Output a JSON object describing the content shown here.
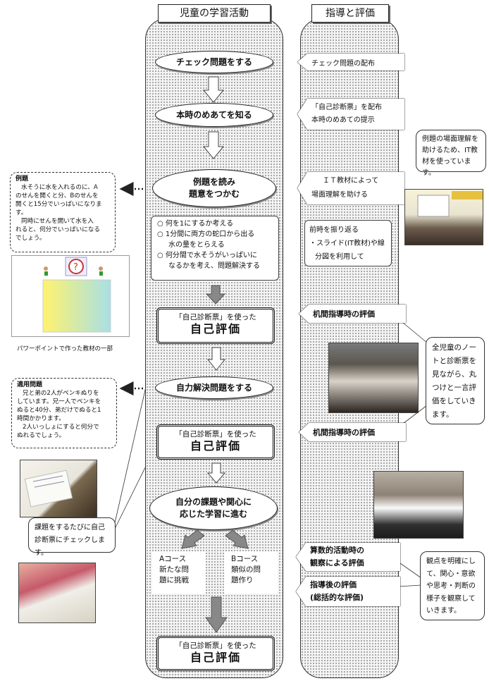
{
  "headers": {
    "student": "児童の学習活動",
    "teacher": "指導と評価"
  },
  "flow": {
    "step1": "チェック問題をする",
    "step2": "本時のめあてを知る",
    "step3_line1": "例題を読み",
    "step3_line2": "題意をつかむ",
    "points": [
      "○ 何を1にするか考える",
      "○ 1分間に両方の蛇口から出る",
      "水の量をとらえる",
      "○ 何分間で水そうがいっぱいに",
      "なるかを考え、問題解決する"
    ],
    "selfeval_line1": "「自己診断票」を使った",
    "selfeval_line2": "自己評価",
    "step5": "自力解決問題をする",
    "step7_line1": "自分の課題や関心に",
    "step7_line2": "応じた学習に進む",
    "courseA": [
      "Aコース",
      "新たな問",
      "題に挑戦"
    ],
    "courseB": [
      "Bコース",
      "類似の問",
      "題作り"
    ]
  },
  "teacher": {
    "t1": "チェック問題の配布",
    "t2_line1": "「自己診断票」を配布",
    "t2_line2": "本時のめあての提示",
    "t3_line1": "ＩＴ教材によって",
    "t3_line2": "場面理解を助ける",
    "t4": [
      "前時を振り返る",
      "・スライド(IT教材)や線",
      "分図を利用して"
    ],
    "t5": "机間指導時の評価",
    "t6": "机間指導時の評価",
    "t7_line1": "算数的活動時の",
    "t7_line2": "観察による評価",
    "t8_line1": "指導後の評価",
    "t8_line2": "(総括的な評価)"
  },
  "left": {
    "example_title": "例題",
    "example_lines": [
      "水そうに水を入れるのに、A",
      "のせんを開くと分、Bのせんを",
      "開くと15分でいっぱいになりま",
      "す。",
      "同時にせんを開いて水を入",
      "れると、何分でいっぱいになる",
      "でしょう。"
    ],
    "slide_caption": "パワーポイントで作った教材の一部",
    "apply_title": "適用問題",
    "apply_lines": [
      "兄と弟の2人がペンキぬりを",
      "しています。兄一人でペンキを",
      "ぬると40分、弟だけでぬると1",
      "時間かかります。",
      "2人いっしょにすると何分で",
      "ぬれるでしょう。"
    ],
    "check_callout": "課題をするたびに自己診断票にチェックします。"
  },
  "right": {
    "callout1": "例題の場面理解を助けるため、IT教材を使っています。",
    "callout2": "全児童のノートと診断票を見ながら、丸つけと一言評価をしていきます。",
    "callout3": "観点を明確にして、関心・意欲や思考・判断の様子を観察していきます。"
  },
  "colors": {
    "arrow_gray": "#888888",
    "outline": "#222222"
  }
}
